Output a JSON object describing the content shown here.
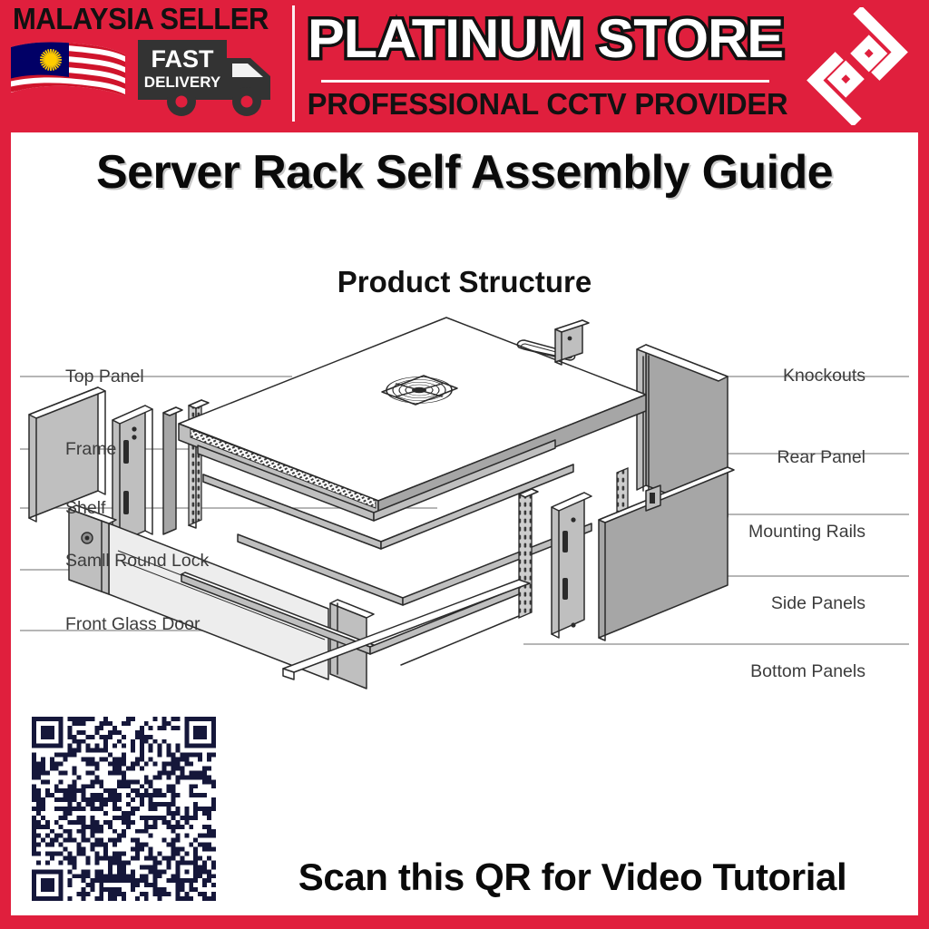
{
  "banner": {
    "seller_badge": "MALAYSIA SELLER",
    "flag_icon": "malaysia-flag-icon",
    "delivery_icon": "delivery-truck-icon",
    "delivery_line1": "FAST",
    "delivery_line2": "DELIVERY",
    "store_name": "PLATINUM STORE",
    "store_tagline": "PROFESSIONAL CCTV PROVIDER",
    "logo_icon": "platinum-diamond-logo-icon",
    "background_color": "#e01f3d",
    "text_color": "#ffffff"
  },
  "page": {
    "title": "Server Rack Self Assembly Guide",
    "section_title": "Product Structure",
    "border_color": "#e01f3d"
  },
  "diagram": {
    "name": "server-rack-exploded-view",
    "labels_left": [
      {
        "id": "top-panel",
        "text": "Top Panel"
      },
      {
        "id": "frame",
        "text": "Frame"
      },
      {
        "id": "shelf",
        "text": "Shelf"
      },
      {
        "id": "small-round-lock",
        "text": "Samll Round Lock"
      },
      {
        "id": "front-glass-door",
        "text": "Front Glass Door"
      }
    ],
    "labels_right": [
      {
        "id": "knockouts",
        "text": "Knockouts"
      },
      {
        "id": "rear-panel",
        "text": "Rear Panel"
      },
      {
        "id": "mounting-rails",
        "text": "Mounting Rails"
      },
      {
        "id": "side-panels",
        "text": "Side Panels"
      },
      {
        "id": "bottom-panels",
        "text": "Bottom Panels"
      }
    ]
  },
  "footer": {
    "qr_icon": "qr-code-icon",
    "cta": "Scan this QR for Video Tutorial"
  }
}
